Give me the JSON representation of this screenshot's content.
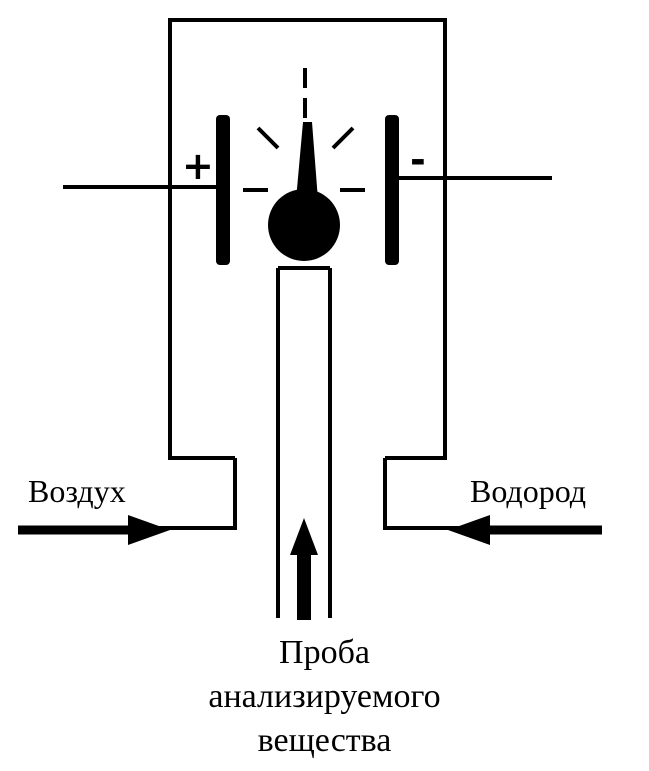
{
  "labels": {
    "air": "Воздух",
    "hydrogen": "Водород",
    "probe_line1": "Проба",
    "probe_line2": "анализируемого",
    "probe_line3": "вещества",
    "plus": "+",
    "minus": "-"
  },
  "colors": {
    "stroke": "#000000",
    "background": "#ffffff"
  }
}
